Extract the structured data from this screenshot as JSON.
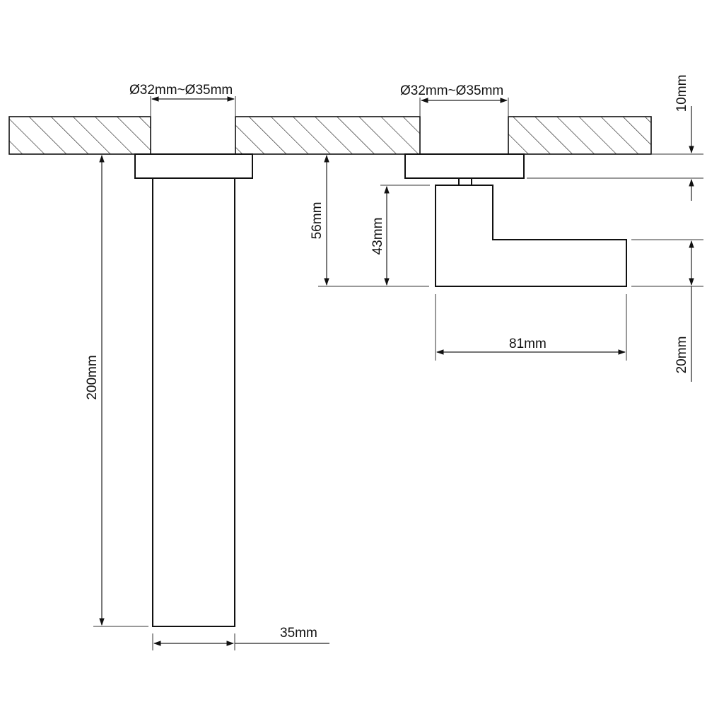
{
  "dimensions": {
    "hole_left": "Ø32mm~Ø35mm",
    "hole_right": "Ø32mm~Ø35mm",
    "deck_thickness": "10mm",
    "spout_height": "200mm",
    "spout_width": "35mm",
    "handle_projection": "56mm",
    "handle_body_height": "43mm",
    "lever_thickness": "20mm",
    "lever_length": "81mm"
  }
}
